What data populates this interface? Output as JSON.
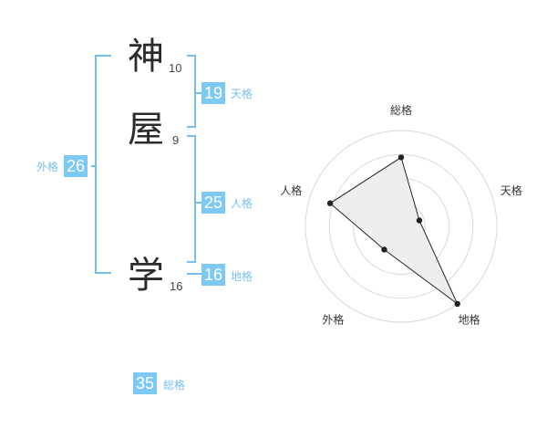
{
  "name": {
    "chars": [
      {
        "char": "神",
        "strokes": "10"
      },
      {
        "char": "屋",
        "strokes": "9"
      },
      {
        "char": "学",
        "strokes": "16"
      }
    ]
  },
  "kaku": {
    "tenkaku": {
      "value": "19",
      "label": "天格"
    },
    "jinkaku": {
      "value": "25",
      "label": "人格"
    },
    "chikaku": {
      "value": "16",
      "label": "地格"
    },
    "gaikaku": {
      "value": "26",
      "label": "外格"
    },
    "soukaku": {
      "value": "35",
      "label": "総格"
    }
  },
  "colors": {
    "accent": "#7ec8f4",
    "bracket": "#78c0ef",
    "radar_fill": "#ececec",
    "radar_line": "#222222",
    "ring": "#d8d8d8"
  },
  "chart_data": {
    "type": "radar",
    "axes": [
      "総格",
      "天格",
      "地格",
      "外格",
      "人格"
    ],
    "values": [
      0.72,
      0.2,
      1.0,
      0.3,
      0.78
    ],
    "rings": 4
  }
}
